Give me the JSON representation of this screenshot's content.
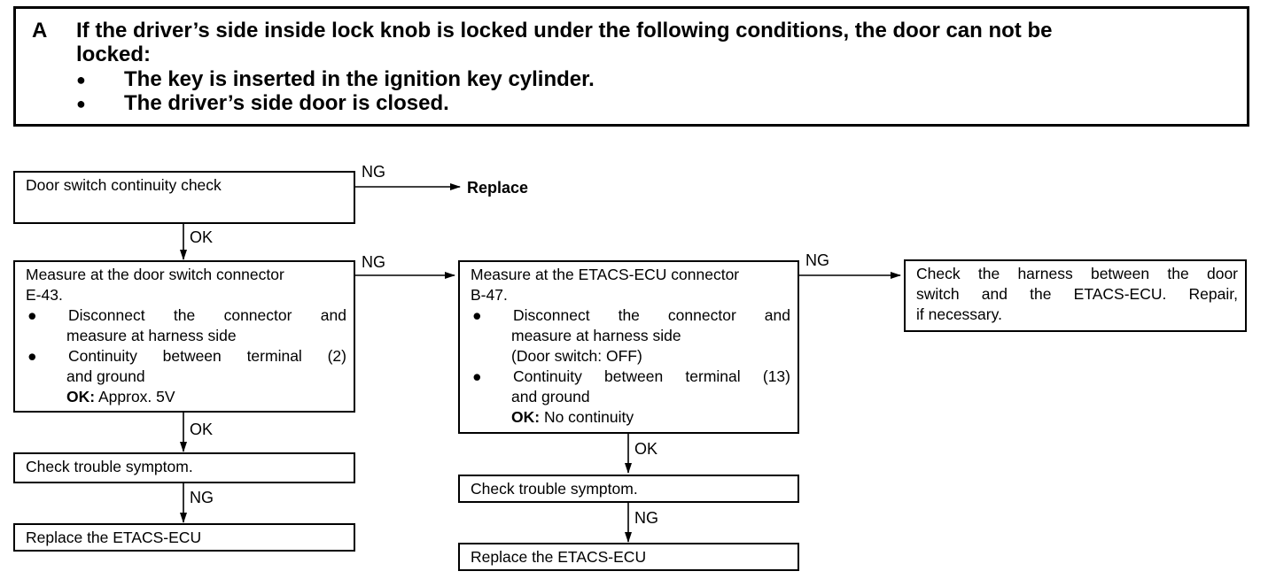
{
  "header": {
    "letter": "A",
    "line1": "If the driver’s side inside lock knob is locked under the following conditions, the door can not be",
    "line2": "locked:",
    "bullets": [
      "The key is inserted in the ignition key cylinder.",
      "The driver’s side door is closed."
    ]
  },
  "bullet_symbol": "●",
  "labels": {
    "ng": "NG",
    "ok": "OK",
    "replace": "Replace"
  },
  "flow": {
    "door_switch_check": "Door switch continuity check",
    "measure_door": {
      "title1": "Measure at the door switch connector",
      "title2": "E-43.",
      "b1_line1": "Disconnect the connector and",
      "b1_line2": "measure at harness side",
      "b2_line1": "Continuity between terminal (2)",
      "b2_line2": "and ground",
      "ok_key": "OK:",
      "ok_val": "Approx. 5V"
    },
    "check_trouble_left": "Check trouble symptom.",
    "replace_ecu_left": "Replace the ETACS-ECU",
    "measure_etacs": {
      "title1": "Measure at the ETACS-ECU connector",
      "title2": "B-47.",
      "b1_line1": "Disconnect the connector and",
      "b1_line2": "measure at harness side",
      "b1_line3": "(Door switch: OFF)",
      "b2_line1": "Continuity between terminal (13)",
      "b2_line2": "and ground",
      "ok_key": "OK:",
      "ok_val": "No continuity"
    },
    "check_trouble_mid": "Check trouble symptom.",
    "replace_ecu_mid": "Replace the ETACS-ECU",
    "harness_check": {
      "line1": "Check the harness between the door",
      "line2": "switch and the ETACS-ECU. Repair,",
      "line3": "if necessary."
    }
  }
}
